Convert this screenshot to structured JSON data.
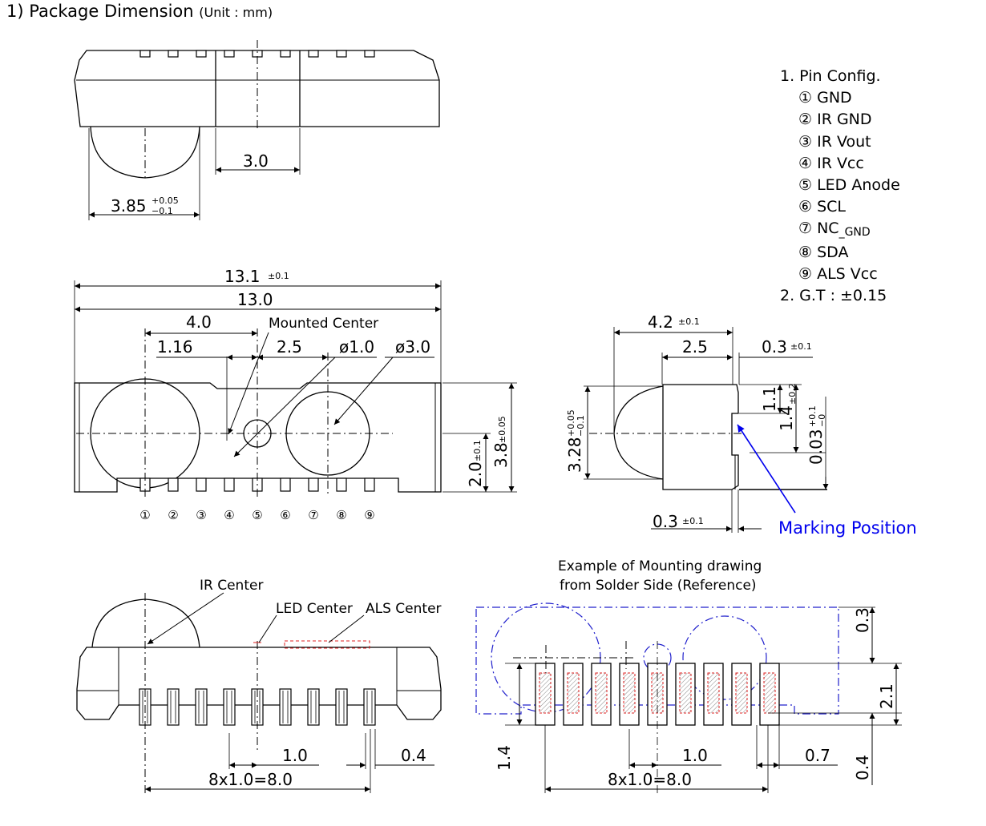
{
  "heading": {
    "title": "1) Package Dimension",
    "unit": "(Unit : mm)"
  },
  "pin_config": {
    "title": "1. Pin Config.",
    "pins": [
      {
        "num": "①",
        "name": "GND"
      },
      {
        "num": "②",
        "name": "IR GND"
      },
      {
        "num": "③",
        "name": "IR Vout"
      },
      {
        "num": "④",
        "name": "IR Vcc"
      },
      {
        "num": "⑤",
        "name": "LED Anode"
      },
      {
        "num": "⑥",
        "name": "SCL"
      },
      {
        "num": "⑦",
        "name": "NC",
        "sub": "_GND"
      },
      {
        "num": "⑧",
        "name": "SDA"
      },
      {
        "num": "⑨",
        "name": "ALS Vcc"
      }
    ],
    "gt_label": "2. G.T : ±0.15"
  },
  "top_view": {
    "width_3_0": "3.0",
    "lens_width": "3.85",
    "lens_tol_plus": "+0.05",
    "lens_tol_minus": "−0.1"
  },
  "front_view": {
    "overall_len": "13.1",
    "overall_tol": "±0.1",
    "body_len": "13.0",
    "d_4_0": "4.0",
    "mounted_center": "Mounted Center",
    "d_1_16": "1.16",
    "d_2_5": "2.5",
    "phi_small": "ø1.0",
    "phi_large": "ø3.0",
    "h_2_0": "2.0",
    "h_2_0_tol": "±0.1",
    "h_3_8": "3.8",
    "h_3_8_tol": "±0.05",
    "pin_numbers": [
      "①",
      "②",
      "③",
      "④",
      "⑤",
      "⑥",
      "⑦",
      "⑧",
      "⑨"
    ]
  },
  "side_view": {
    "d_4_2": "4.2",
    "d_4_2_tol": "±0.1",
    "d_2_5": "2.5",
    "d_0_3_top": "0.3",
    "d_0_3_top_tol": "±0.1",
    "d_3_28": "3.28",
    "d_3_28_tol_plus": "+0.05",
    "d_3_28_tol_minus": "−0.1",
    "d_1_1": "1.1",
    "d_1_4": "1.4",
    "d_1_4_tol": "±0.2",
    "d_0_03": "0.03",
    "d_0_03_tol_plus": "+0.1",
    "d_0_03_tol_minus": "−0",
    "d_0_3_bot": "0.3",
    "d_0_3_bot_tol": "±0.1",
    "marking_position": "Marking Position"
  },
  "bottom_view": {
    "ir_center": "IR Center",
    "led_center": "LED Center",
    "als_center": "ALS Center",
    "pitch": "1.0",
    "lead": "0.4",
    "span": "8x1.0=8.0"
  },
  "mounting": {
    "title_line1": "Example of Mounting drawing",
    "title_line2": "from Solder Side (Reference)",
    "d_0_3": "0.3",
    "d_2_1": "2.1",
    "d_1_4": "1.4",
    "d_0_4": "0.4",
    "pitch": "1.0",
    "pad_w": "0.7",
    "span": "8x1.0=8.0"
  },
  "colors": {
    "ink": "#000000",
    "marking_blue": "#0000ee",
    "mount_blue": "#2020cc",
    "pad_red": "#dd2222"
  }
}
